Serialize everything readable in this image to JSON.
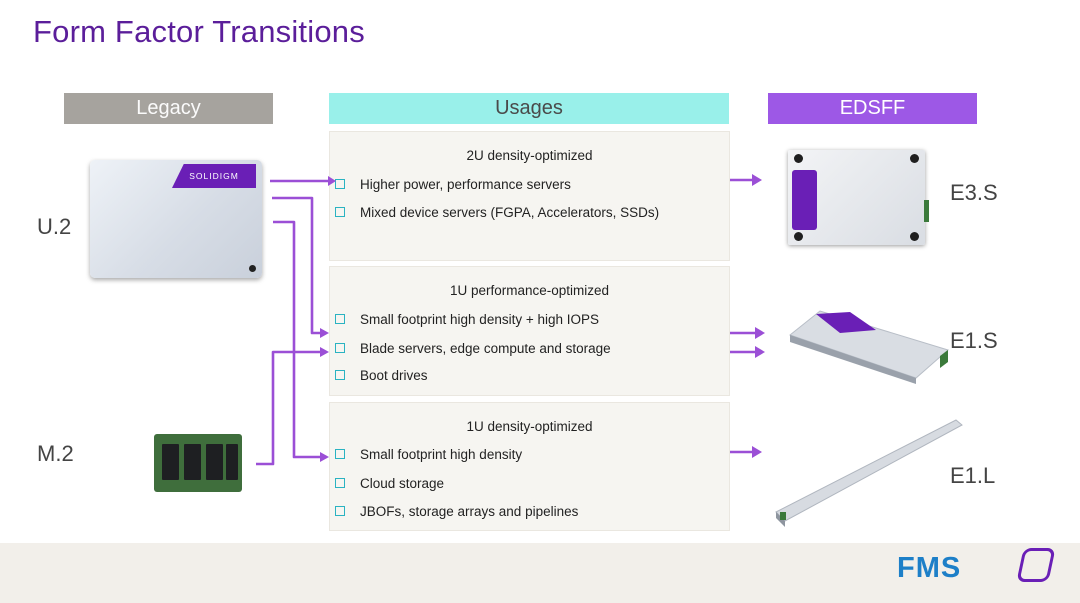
{
  "title": "Form Factor Transitions",
  "columns": {
    "legacy": "Legacy",
    "usages": "Usages",
    "edsff": "EDSFF"
  },
  "legacy_items": {
    "u2": "U.2",
    "m2": "M.2"
  },
  "panels": [
    {
      "title": "2U density-optimized",
      "items": [
        "Higher power, performance servers",
        "Mixed device servers (FGPA, Accelerators, SSDs)"
      ]
    },
    {
      "title": "1U performance-optimized",
      "items": [
        "Small footprint high density + high IOPS",
        "Blade servers, edge compute and storage",
        "Boot drives"
      ]
    },
    {
      "title": "1U density-optimized",
      "items": [
        "Small footprint high density",
        "Cloud storage",
        "JBOFs, storage arrays and pipelines"
      ]
    }
  ],
  "edsff_items": {
    "e3s": "E3.S",
    "e1s": "E1.S",
    "e1l": "E1.L"
  },
  "drive_brand": "SOLIDIGM",
  "footer_logo": "FMS",
  "colors": {
    "title": "#5b1e9a",
    "arrow": "#9b4fd6",
    "bullet": "#2ab3c2"
  }
}
